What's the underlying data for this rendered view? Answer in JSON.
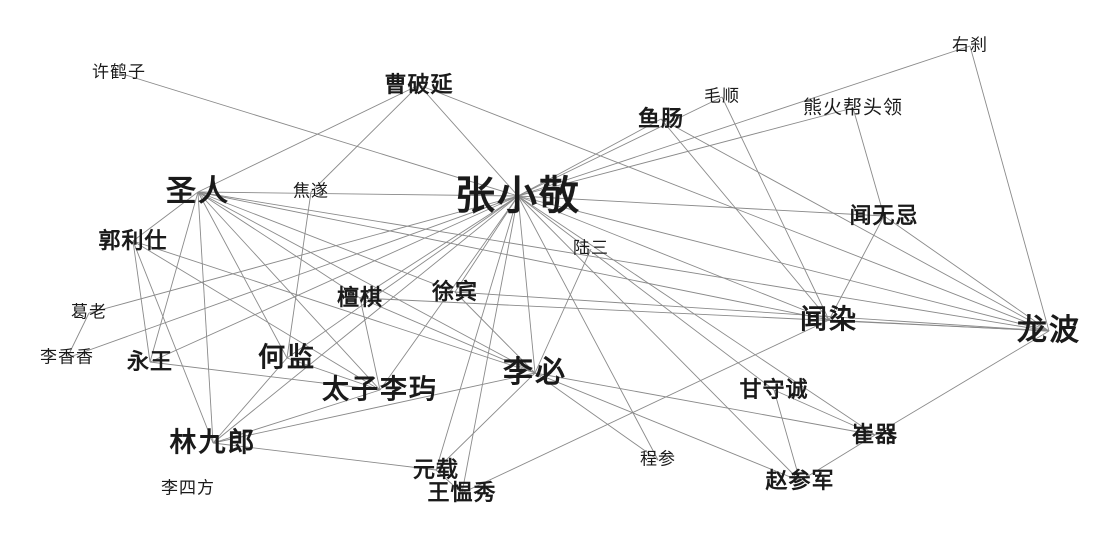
{
  "nodes": [
    {
      "id": "zhang_xiao_jing",
      "label": "张小敬"
    },
    {
      "id": "sheng_ren",
      "label": "圣人"
    },
    {
      "id": "long_bo",
      "label": "龙波"
    },
    {
      "id": "li_bi",
      "label": "李必"
    },
    {
      "id": "lin_jiu_lang",
      "label": "林九郎"
    },
    {
      "id": "tai_zi_li_yu",
      "label": "太子李玙"
    },
    {
      "id": "wen_ran",
      "label": "闻染"
    },
    {
      "id": "he_jian",
      "label": "何监"
    },
    {
      "id": "tan_qi",
      "label": "檀棋"
    },
    {
      "id": "xu_bin",
      "label": "徐宾"
    },
    {
      "id": "guo_li_shi",
      "label": "郭利仕"
    },
    {
      "id": "yong_wang",
      "label": "永王"
    },
    {
      "id": "cao_po_yan",
      "label": "曹破延"
    },
    {
      "id": "wen_wu_ji",
      "label": "闻无忌"
    },
    {
      "id": "cui_qi",
      "label": "崔器"
    },
    {
      "id": "zhao_can_jun",
      "label": "赵参军"
    },
    {
      "id": "wang_yun_xiu",
      "label": "王愠秀"
    },
    {
      "id": "yuan_zai",
      "label": "元载"
    },
    {
      "id": "gan_shou_cheng",
      "label": "甘守诚"
    },
    {
      "id": "yu_chang",
      "label": "鱼肠"
    },
    {
      "id": "xiong_huo",
      "label": "熊火帮头领"
    },
    {
      "id": "mao_shun",
      "label": "毛顺"
    },
    {
      "id": "you_sha",
      "label": "右刹"
    },
    {
      "id": "xu_he_zi",
      "label": "许鹤子"
    },
    {
      "id": "jiao_sui",
      "label": "焦遂"
    },
    {
      "id": "lu_san",
      "label": "陆三"
    },
    {
      "id": "ge_lao",
      "label": "葛老"
    },
    {
      "id": "li_xiang_xiang",
      "label": "李香香"
    },
    {
      "id": "li_si_fang",
      "label": "李四方"
    },
    {
      "id": "cheng_can",
      "label": "程参"
    }
  ],
  "edges": [
    [
      "zhang_xiao_jing",
      "sheng_ren"
    ],
    [
      "zhang_xiao_jing",
      "long_bo"
    ],
    [
      "zhang_xiao_jing",
      "li_bi"
    ],
    [
      "zhang_xiao_jing",
      "tan_qi"
    ],
    [
      "zhang_xiao_jing",
      "xu_bin"
    ],
    [
      "zhang_xiao_jing",
      "wen_ran"
    ],
    [
      "zhang_xiao_jing",
      "wen_wu_ji"
    ],
    [
      "zhang_xiao_jing",
      "yu_chang"
    ],
    [
      "zhang_xiao_jing",
      "you_sha"
    ],
    [
      "zhang_xiao_jing",
      "xu_he_zi"
    ],
    [
      "zhang_xiao_jing",
      "yong_wang"
    ],
    [
      "zhang_xiao_jing",
      "ge_lao"
    ],
    [
      "zhang_xiao_jing",
      "li_xiang_xiang"
    ],
    [
      "zhang_xiao_jing",
      "he_jian"
    ],
    [
      "zhang_xiao_jing",
      "tai_zi_li_yu"
    ],
    [
      "zhang_xiao_jing",
      "zhao_can_jun"
    ],
    [
      "zhang_xiao_jing",
      "cheng_can"
    ],
    [
      "zhang_xiao_jing",
      "wang_yun_xiu"
    ],
    [
      "zhang_xiao_jing",
      "yuan_zai"
    ],
    [
      "zhang_xiao_jing",
      "cui_qi"
    ],
    [
      "zhang_xiao_jing",
      "lin_jiu_lang"
    ],
    [
      "zhang_xiao_jing",
      "gan_shou_cheng"
    ],
    [
      "zhang_xiao_jing",
      "xiong_huo"
    ],
    [
      "zhang_xiao_jing",
      "mao_shun"
    ],
    [
      "cao_po_yan",
      "sheng_ren"
    ],
    [
      "cao_po_yan",
      "jiao_sui"
    ],
    [
      "cao_po_yan",
      "long_bo"
    ],
    [
      "cao_po_yan",
      "zhang_xiao_jing"
    ],
    [
      "sheng_ren",
      "lin_jiu_lang"
    ],
    [
      "sheng_ren",
      "tai_zi_li_yu"
    ],
    [
      "sheng_ren",
      "li_bi"
    ],
    [
      "sheng_ren",
      "he_jian"
    ],
    [
      "sheng_ren",
      "yong_wang"
    ],
    [
      "sheng_ren",
      "guo_li_shi"
    ],
    [
      "sheng_ren",
      "tan_qi"
    ],
    [
      "sheng_ren",
      "wen_ran"
    ],
    [
      "sheng_ren",
      "long_bo"
    ],
    [
      "sheng_ren",
      "xu_bin"
    ],
    [
      "long_bo",
      "wen_ran"
    ],
    [
      "long_bo",
      "you_sha"
    ],
    [
      "long_bo",
      "wen_wu_ji"
    ],
    [
      "long_bo",
      "cui_qi"
    ],
    [
      "long_bo",
      "yu_chang"
    ],
    [
      "long_bo",
      "xu_bin"
    ],
    [
      "long_bo",
      "tan_qi"
    ],
    [
      "wen_ran",
      "wen_wu_ji"
    ],
    [
      "wen_ran",
      "yu_chang"
    ],
    [
      "wen_ran",
      "wang_yun_xiu"
    ],
    [
      "wen_ran",
      "mao_shun"
    ],
    [
      "li_bi",
      "xu_bin"
    ],
    [
      "li_bi",
      "tan_qi"
    ],
    [
      "li_bi",
      "cui_qi"
    ],
    [
      "li_bi",
      "zhao_can_jun"
    ],
    [
      "li_bi",
      "cheng_can"
    ],
    [
      "li_bi",
      "lu_san"
    ],
    [
      "li_bi",
      "yuan_zai"
    ],
    [
      "li_bi",
      "guo_li_shi"
    ],
    [
      "li_bi",
      "lin_jiu_lang"
    ],
    [
      "lin_jiu_lang",
      "tai_zi_li_yu"
    ],
    [
      "lin_jiu_lang",
      "yuan_zai"
    ],
    [
      "lin_jiu_lang",
      "guo_li_shi"
    ],
    [
      "lin_jiu_lang",
      "he_jian"
    ],
    [
      "tai_zi_li_yu",
      "he_jian"
    ],
    [
      "tai_zi_li_yu",
      "yong_wang"
    ],
    [
      "tai_zi_li_yu",
      "guo_li_shi"
    ],
    [
      "tai_zi_li_yu",
      "tan_qi"
    ],
    [
      "he_jian",
      "jiao_sui"
    ],
    [
      "gan_shou_cheng",
      "cui_qi"
    ],
    [
      "gan_shou_cheng",
      "zhao_can_jun"
    ],
    [
      "wen_wu_ji",
      "xiong_huo"
    ],
    [
      "yong_wang",
      "guo_li_shi"
    ],
    [
      "ge_lao",
      "li_xiang_xiang"
    ],
    [
      "yuan_zai",
      "wang_yun_xiu"
    ],
    [
      "cui_qi",
      "zhao_can_jun"
    ]
  ]
}
